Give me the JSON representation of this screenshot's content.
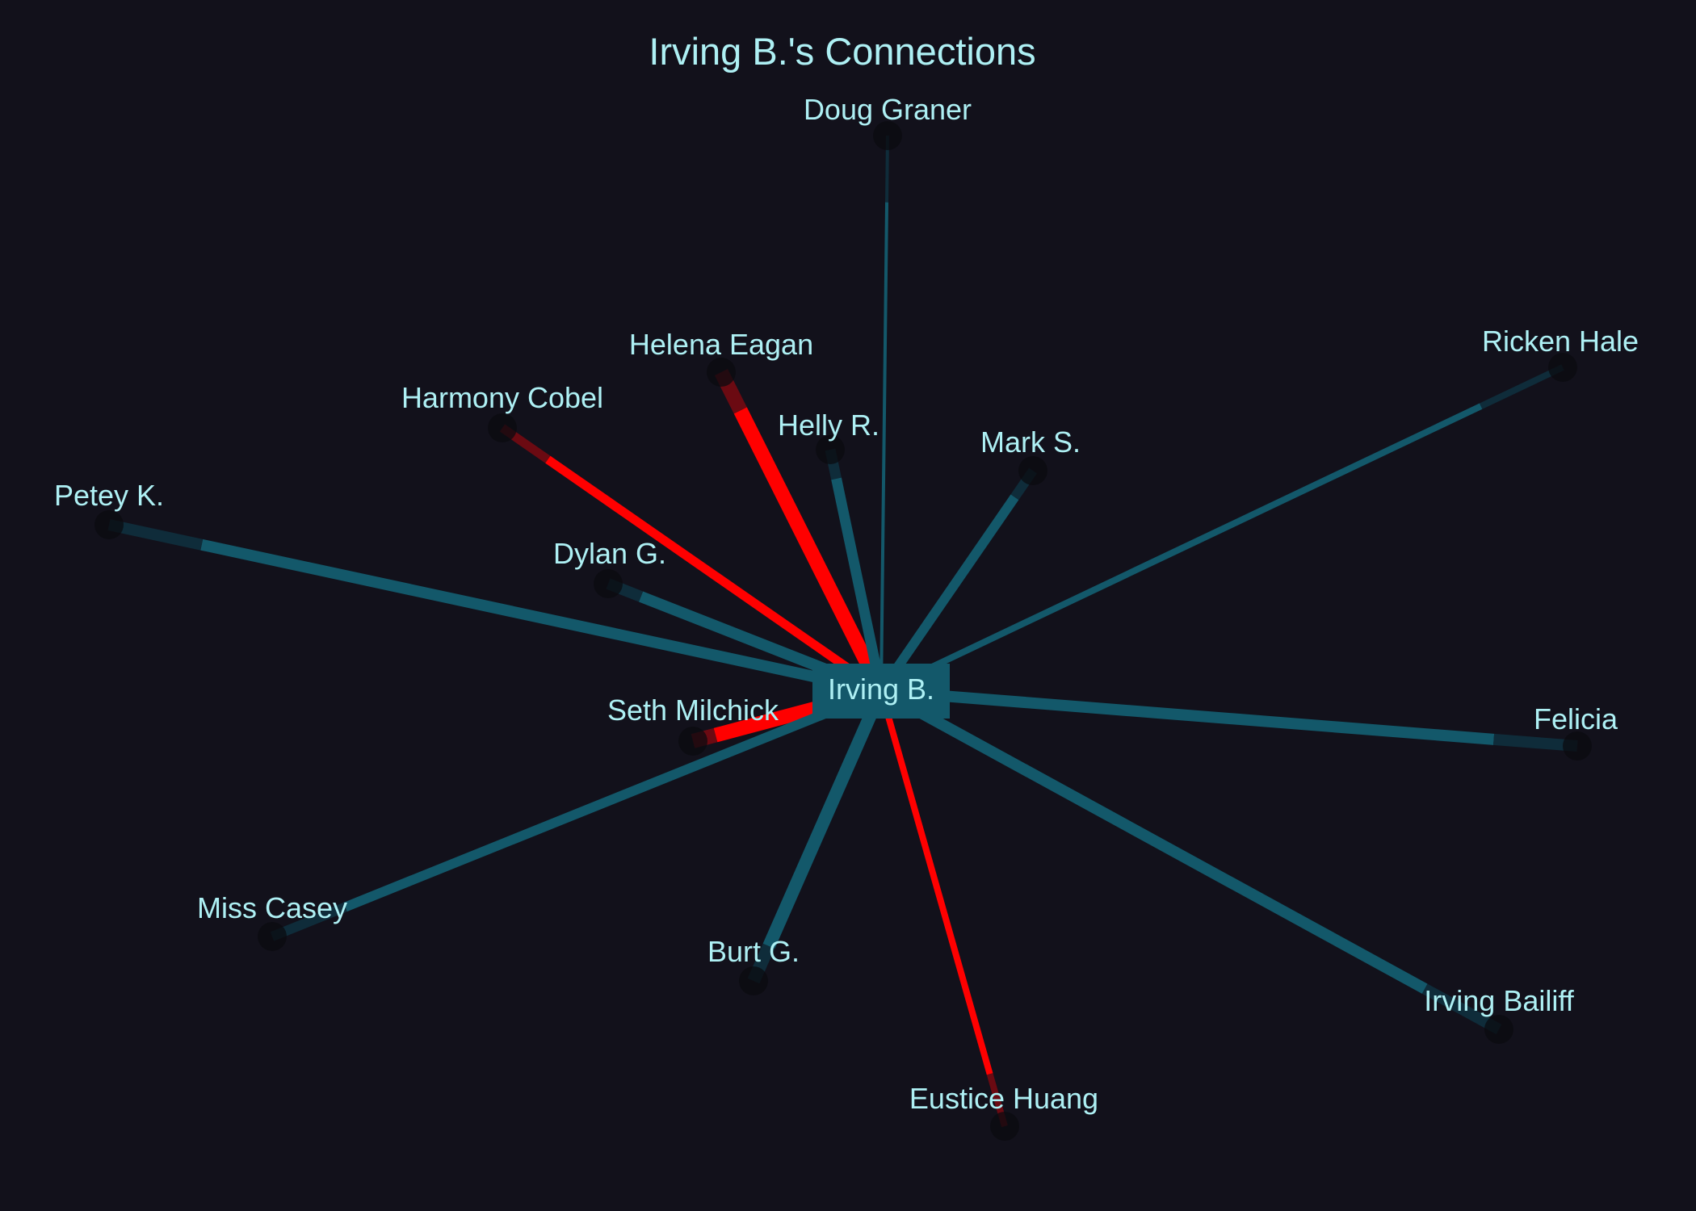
{
  "title": "Irving B.'s Connections",
  "colors": {
    "background": "#12111b",
    "text": "#aef0f4",
    "neutral_edge": "#13586a",
    "neutral_edge_end": "#0f2c3a",
    "hostile_edge": "#ff0000",
    "hostile_edge_end": "#6b0a12",
    "node_dot": "#0b0b10",
    "center_box": "#13586a"
  },
  "center": {
    "name": "Irving B."
  },
  "connections": [
    {
      "name": "Doug Graner",
      "tone": "neutral"
    },
    {
      "name": "Helena Eagan",
      "tone": "hostile"
    },
    {
      "name": "Harmony Cobel",
      "tone": "hostile"
    },
    {
      "name": "Helly R.",
      "tone": "neutral"
    },
    {
      "name": "Mark S.",
      "tone": "neutral"
    },
    {
      "name": "Ricken Hale",
      "tone": "neutral"
    },
    {
      "name": "Petey K.",
      "tone": "neutral"
    },
    {
      "name": "Dylan G.",
      "tone": "neutral"
    },
    {
      "name": "Seth Milchick",
      "tone": "hostile"
    },
    {
      "name": "Felicia",
      "tone": "neutral"
    },
    {
      "name": "Miss Casey",
      "tone": "neutral"
    },
    {
      "name": "Burt G.",
      "tone": "neutral"
    },
    {
      "name": "Irving Bailiff",
      "tone": "neutral"
    },
    {
      "name": "Eustice Huang",
      "tone": "hostile"
    }
  ]
}
